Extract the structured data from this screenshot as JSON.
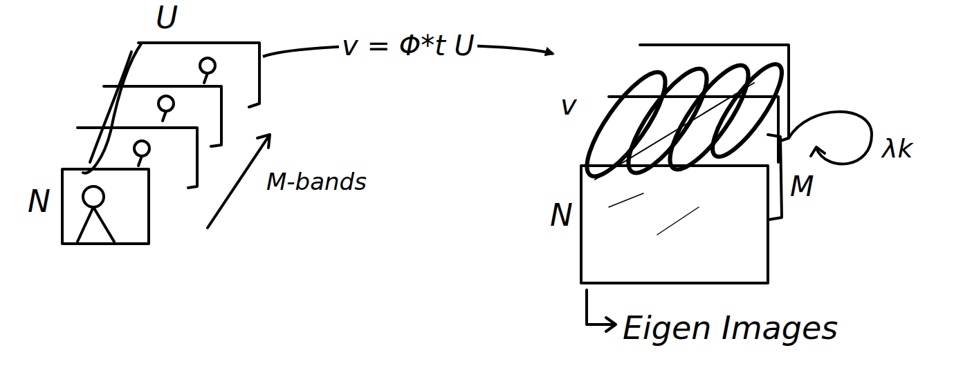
{
  "diagram": {
    "nodes": [
      {
        "text": [
          "U"
        ]
      },
      {
        "text": [
          "v"
        ]
      }
    ],
    "edges": [
      {
        "from": 0,
        "to": 1,
        "arrow": "to",
        "label": "v = Φ*t U"
      }
    ],
    "labels": [
      "N",
      "M-bands",
      "N",
      "M",
      "λk",
      "Eigen Images"
    ]
  }
}
